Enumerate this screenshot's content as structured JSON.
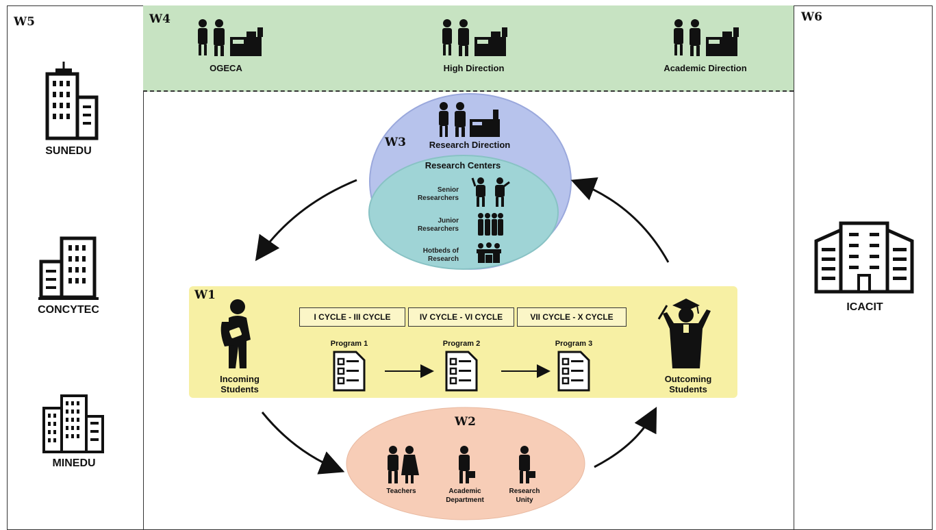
{
  "regions": {
    "w1": "W1",
    "w2": "W2",
    "w3": "W3",
    "w4": "W4",
    "w5": "W5",
    "w6": "W6"
  },
  "w4_offices": [
    {
      "label": "OGECA",
      "icon": "office-staff-icon"
    },
    {
      "label": "High Direction",
      "icon": "office-staff-icon"
    },
    {
      "label": "Academic Direction",
      "icon": "office-staff-icon"
    }
  ],
  "w5_institutions": [
    {
      "label": "SUNEDU",
      "icon": "building-icon"
    },
    {
      "label": "CONCYTEC",
      "icon": "building-icon"
    },
    {
      "label": "MINEDU",
      "icon": "building-icon"
    }
  ],
  "w6_institution": {
    "label": "ICACIT",
    "icon": "building-icon"
  },
  "w3": {
    "title": "Research Direction",
    "centers_title": "Research Centers",
    "groups": [
      {
        "line1": "Senior",
        "line2": "Researchers"
      },
      {
        "line1": "Junior",
        "line2": "Researchers"
      },
      {
        "line1": "Hotbeds of",
        "line2": "Research"
      }
    ],
    "colors": {
      "outer": "#b7c3ec",
      "inner": "#9fd4d6"
    }
  },
  "w1": {
    "incoming": {
      "line1": "Incoming",
      "line2": "Students"
    },
    "outcoming": {
      "line1": "Outcoming",
      "line2": "Students"
    },
    "cycles": [
      "I CYCLE - III CYCLE",
      "IV CYCLE - VI CYCLE",
      "VII CYCLE - X CYCLE"
    ],
    "programs": [
      "Program 1",
      "Program 2",
      "Program 3"
    ],
    "color": "#f7f0a4"
  },
  "w2": {
    "members": [
      {
        "line1": "Teachers",
        "line2": ""
      },
      {
        "line1": "Academic",
        "line2": "Department"
      },
      {
        "line1": "Research",
        "line2": "Unity"
      }
    ],
    "color": "#f7cdb7"
  },
  "w4_color": "#c7e3c2"
}
